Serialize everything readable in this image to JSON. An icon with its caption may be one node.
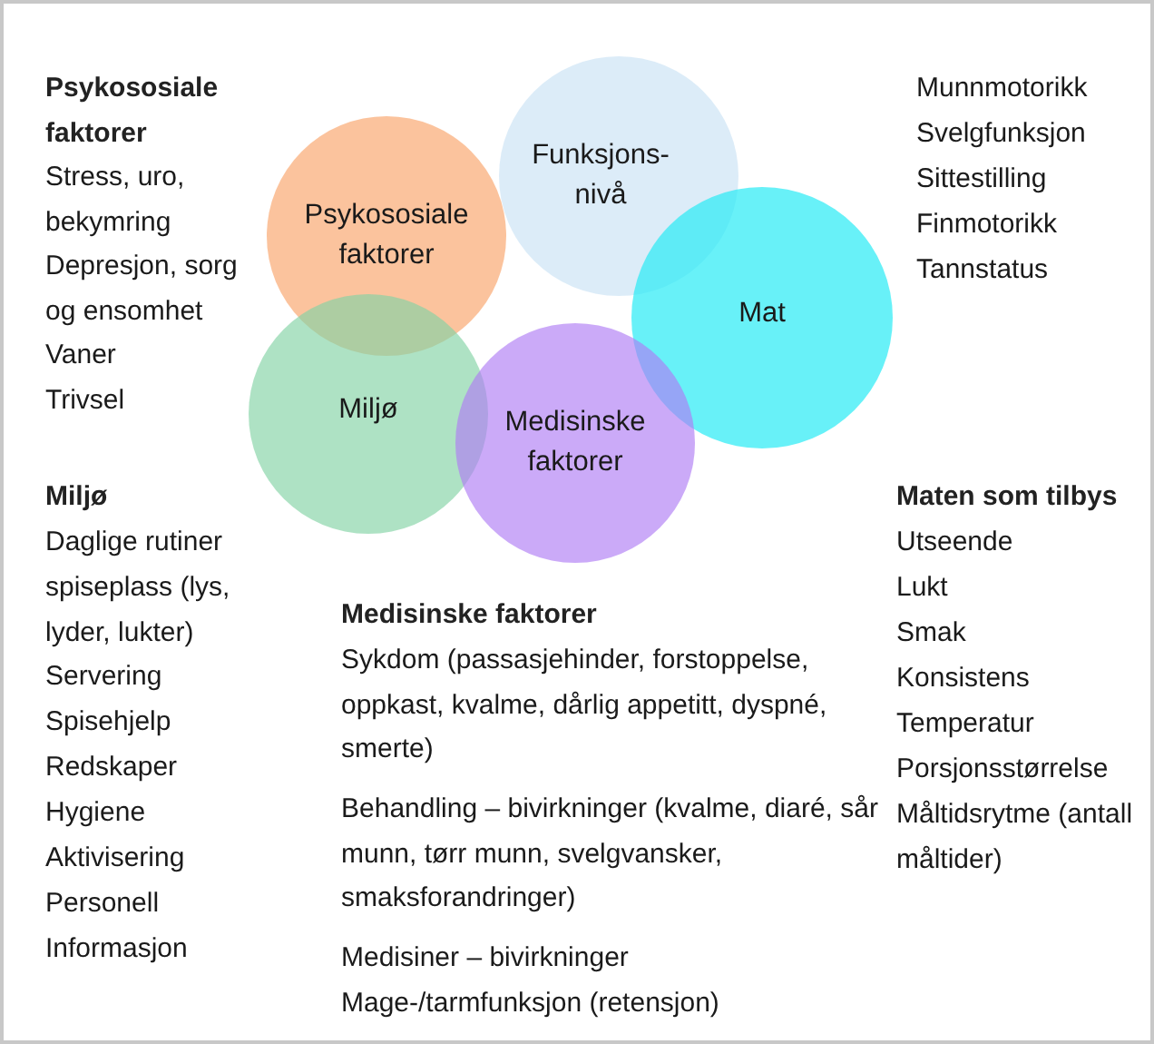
{
  "diagram": {
    "nodes": [
      {
        "text": [
          "Psykososiale faktorer"
        ]
      },
      {
        "text": [
          "Funksjons-nivå"
        ]
      },
      {
        "text": [
          "Mat"
        ]
      },
      {
        "text": [
          "Miljø"
        ]
      },
      {
        "text": [
          "Medisinske faktorer"
        ]
      }
    ],
    "labels": [
      "Psykososiale faktorer",
      "Stress, uro, bekymring",
      "Depresjon, sorg og ensomhet",
      "Vaner",
      "Trivsel",
      "Miljø",
      "Daglige rutiner",
      "spiseplass (lys, lyder, lukter)",
      "Servering",
      "Spisehjelp",
      "Redskaper",
      "Hygiene",
      "Aktivisering",
      "Personell",
      "Informasjon",
      "Munnmotorikk",
      "Svelgfunksjon",
      "Sittestilling",
      "Finmotorikk",
      "Tannstatus",
      "Maten som tilbys",
      "Utseende",
      "Lukt",
      "Smak",
      "Konsistens",
      "Temperatur",
      "Porsjonsstørrelse",
      "Måltidsrytme (antall måltider)",
      "Medisinske faktorer",
      "Sykdom (passasjehinder, forstoppelse, oppkast, kvalme, dårlig appetitt, dyspné, smerte)",
      "Behandling – bivirkninger (kvalme, diaré, sår munn, tørr munn, svelgvansker, smaksforandringer)",
      "Medisiner – bivirkninger",
      "Mage-/tarmfunksjon (retensjon)"
    ]
  }
}
